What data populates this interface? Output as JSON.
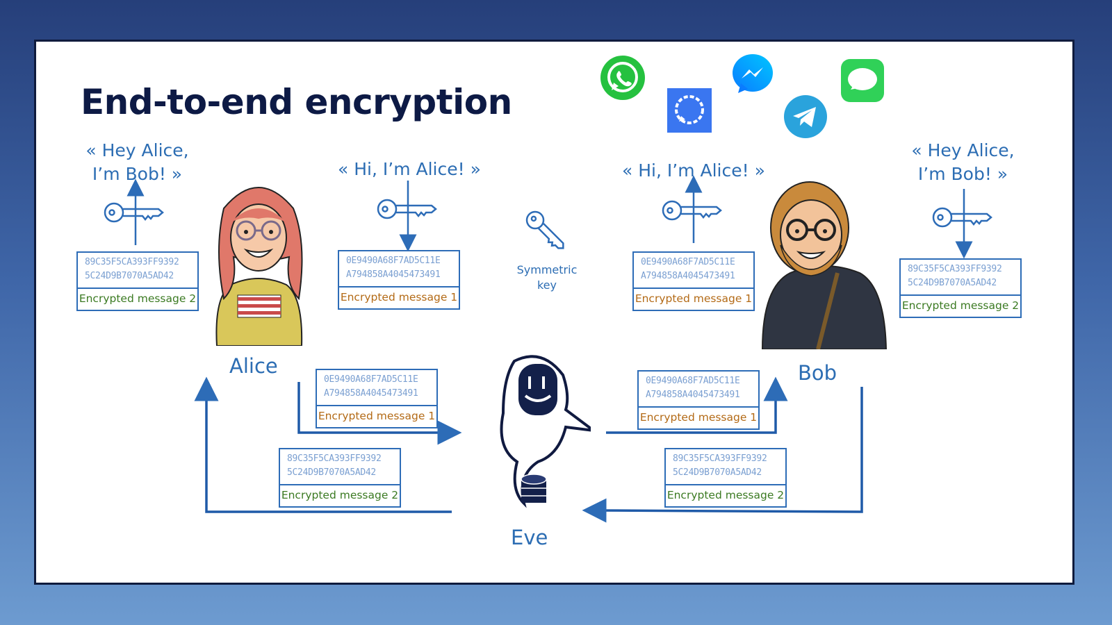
{
  "title": "End-to-end encryption",
  "quotes": {
    "alice_left": "« Hey Alice, I’m Bob! »",
    "alice_right": "« Hi, I’m Alice! »",
    "bob_left": "« Hi, I’m Alice! »",
    "bob_right": "« Hey Alice, I’m Bob! »"
  },
  "people": {
    "alice": "Alice",
    "bob": "Bob",
    "eve": "Eve"
  },
  "symmetric_key_label": "Symmetric key",
  "messages": {
    "m1": {
      "hex1": "0E9490A68F7AD5C11E",
      "hex2": "A794858A4045473491",
      "label": "Encrypted message 1"
    },
    "m2": {
      "hex1": "89C35F5CA393FF9392",
      "hex2": "5C24D9B7070A5AD42",
      "label": "Encrypted message 2"
    }
  },
  "apps": [
    "whatsapp-icon",
    "signal-icon",
    "messenger-icon",
    "telegram-icon",
    "imessage-icon"
  ],
  "colors": {
    "accent": "#2d6cb7",
    "title": "#0d1a45",
    "msg1": "#b36a16",
    "msg2": "#3b7a22"
  }
}
